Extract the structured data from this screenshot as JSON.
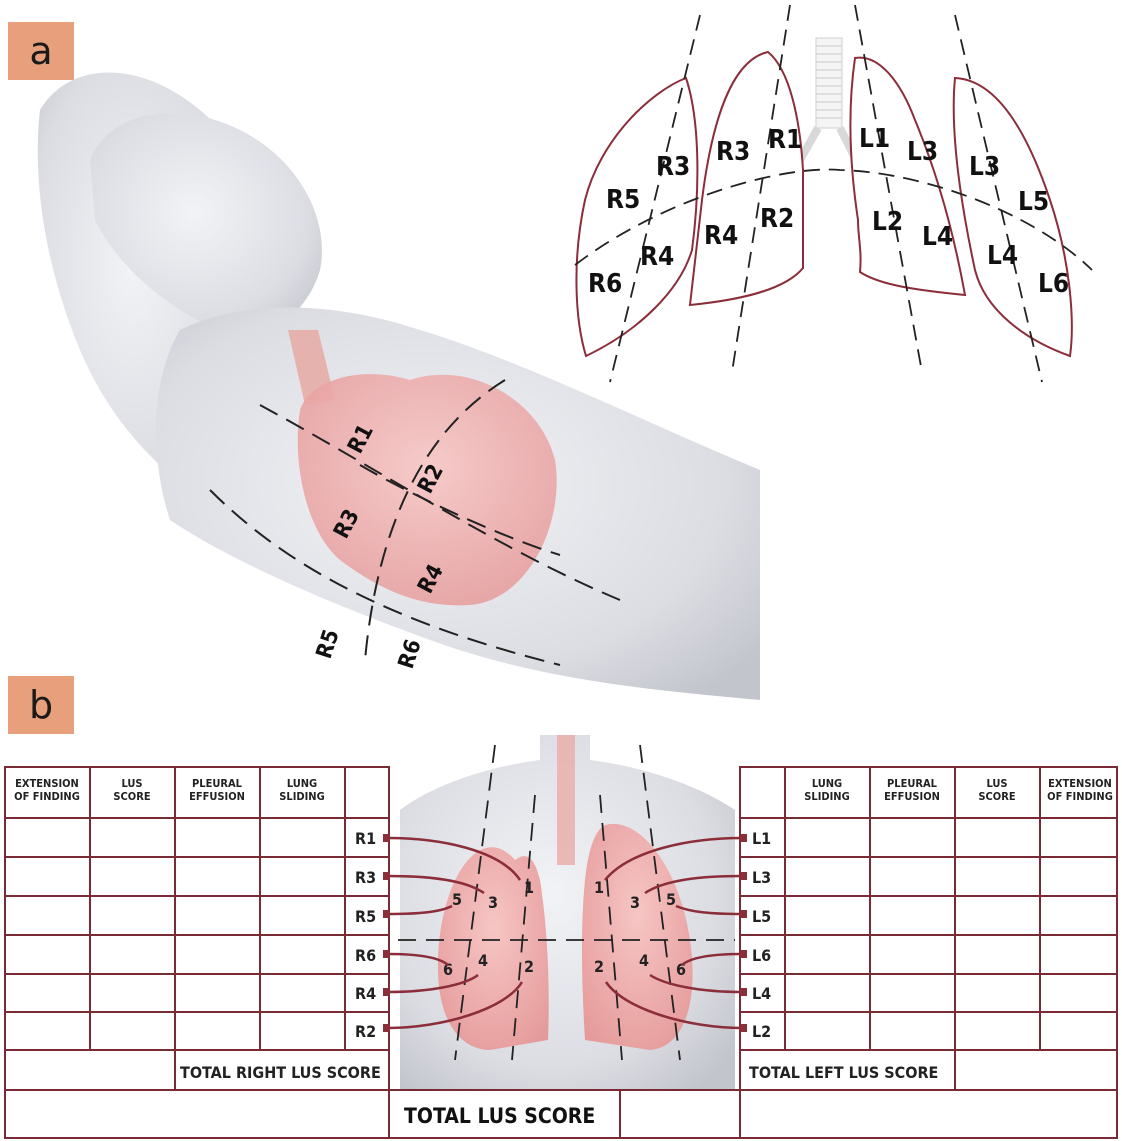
{
  "panels": {
    "a": "a",
    "b": "b"
  },
  "colors": {
    "tag_bg": "#e8a07c",
    "lung_outline": "#8b2e3a",
    "grid": "#7a2a34",
    "lung_fill": "#e8a3a3"
  },
  "panel_a": {
    "schematic_labels": {
      "r3a": "R3",
      "r5": "R5",
      "r4a": "R4",
      "r6": "R6",
      "r3b": "R3",
      "r1": "R1",
      "r4b": "R4",
      "r2": "R2",
      "l1": "L1",
      "l3a": "L3",
      "l2": "L2",
      "l4a": "L4",
      "l3b": "L3",
      "l5": "L5",
      "l4b": "L4",
      "l6": "L6"
    },
    "body_labels": {
      "r1": "R1",
      "r2": "R2",
      "r3": "R3",
      "r4": "R4",
      "r5": "R5",
      "r6": "R6"
    }
  },
  "panel_b": {
    "right_headers": [
      "EXTENSION\nOF FINDING",
      "LUS\nSCORE",
      "PLEURAL\nEFFUSION",
      "LUNG\nSLIDING"
    ],
    "left_headers": [
      "LUNG\nSLIDING",
      "PLEURAL\nEFFUSION",
      "LUS\nSCORE",
      "EXTENSION\nOF FINDING"
    ],
    "right_rows": [
      "R1",
      "R3",
      "R5",
      "R6",
      "R4",
      "R2"
    ],
    "left_rows": [
      "L1",
      "L3",
      "L5",
      "L6",
      "L4",
      "L2"
    ],
    "total_right": "TOTAL RIGHT LUS SCORE",
    "total_left": "TOTAL LEFT LUS SCORE",
    "total": "TOTAL LUS SCORE",
    "torso_numbers": {
      "r5": "5",
      "r3": "3",
      "r1": "1",
      "r6": "6",
      "r4": "4",
      "r2": "2",
      "l1": "1",
      "l3": "3",
      "l5": "5",
      "l2": "2",
      "l4": "4",
      "l6": "6"
    }
  }
}
